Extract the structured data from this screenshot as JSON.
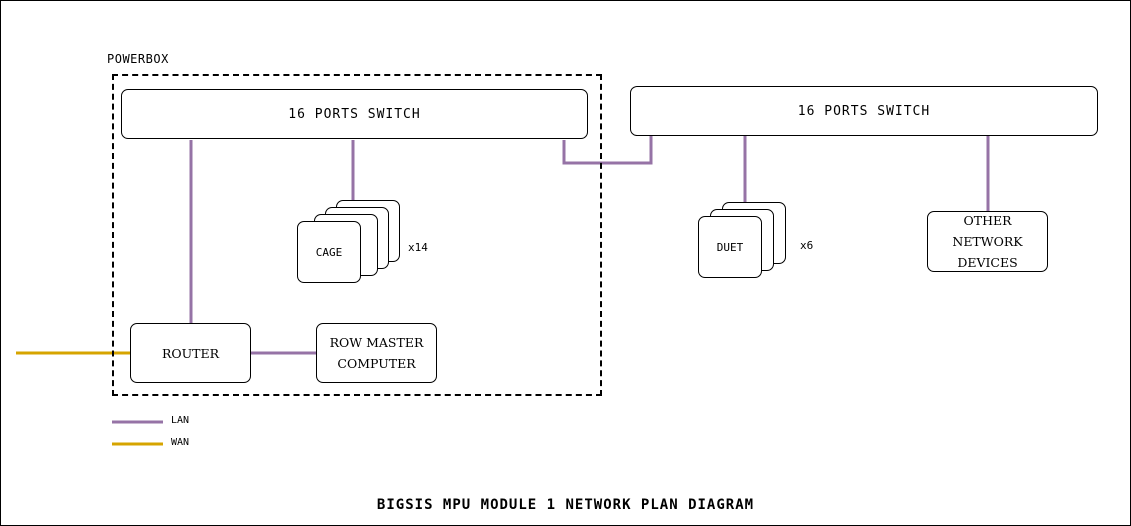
{
  "diagram": {
    "title": "BIGSIS MPU MODULE 1 NETWORK PLAN DIAGRAM",
    "container_label": "POWERBOX",
    "switch_left_label": "16 PORTS SWITCH",
    "switch_right_label": "16 PORTS SWITCH",
    "router_label": "ROUTER",
    "row_master_label": [
      "ROW MASTER",
      "COMPUTER"
    ],
    "cage_label": "CAGE",
    "cage_count": "x14",
    "duet_label": "DUET",
    "duet_count": "x6",
    "other_devices_label": [
      "OTHER",
      "NETWORK",
      "DEVICES"
    ]
  },
  "legend": {
    "items": [
      {
        "label": "LAN",
        "color": "#9673a6"
      },
      {
        "label": "WAN",
        "color": "#d6a400"
      }
    ]
  },
  "colors": {
    "lan": "#9673a6",
    "wan": "#d6a400",
    "border": "#000000",
    "background": "#ffffff"
  }
}
